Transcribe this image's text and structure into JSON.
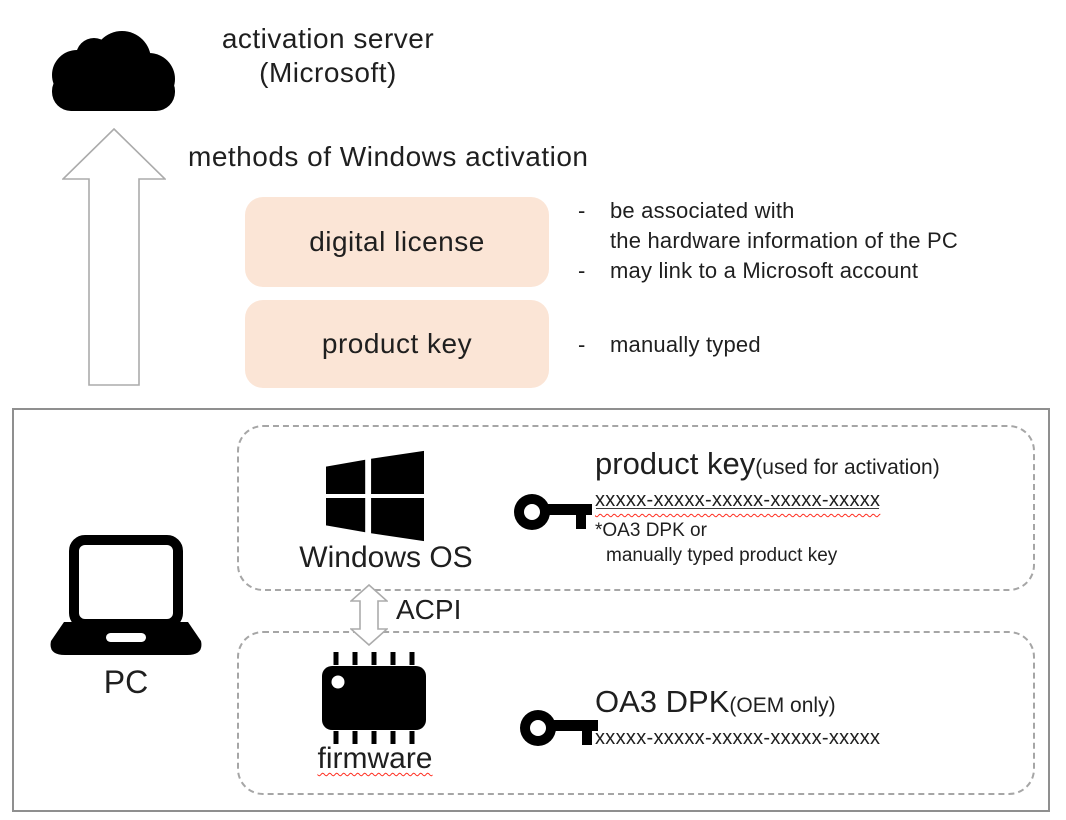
{
  "colors": {
    "method_box_bg": "#fbe5d6",
    "outer_border": "#8f8f8f",
    "dashed_border": "#a6a6a6",
    "arrow_outline": "#ababab",
    "squiggle_red": "#ff2c1e",
    "icon_black": "#000000",
    "text": "#1f1f1f"
  },
  "icons": {
    "cloud": "black cloud silhouette",
    "up_arrow": "hollow upward arrow",
    "laptop": "black laptop silhouette",
    "windows_logo": "black windows flag (4 panes)",
    "key": "black key silhouette",
    "chip": "black firmware chip with pins",
    "acpi_arrow": "hollow double-headed vertical arrow"
  },
  "bullet_marker": "-",
  "server": {
    "label_line1": "activation server",
    "label_line2": "(Microsoft)"
  },
  "heading": "methods of Windows activation",
  "methods": {
    "digital_license": {
      "label": "digital license",
      "note1_line1": "be associated with",
      "note1_line2": "the hardware information of the PC",
      "note2": "may link to a Microsoft account"
    },
    "product_key": {
      "label": "product key",
      "note1": "manually typed"
    }
  },
  "pc": {
    "label": "PC",
    "windows_os": {
      "label": "Windows OS",
      "key_title": "product key",
      "key_title_paren": "(used for activation)",
      "key_value": "xxxxx-xxxxx-xxxxx-xxxxx-xxxxx",
      "footnote_line1": "*OA3 DPK or",
      "footnote_line2": "manually typed product key"
    },
    "link_label": "ACPI",
    "firmware": {
      "label": "firmware",
      "key_title": "OA3 DPK",
      "key_title_paren": "(OEM only)",
      "key_value": "xxxxx-xxxxx-xxxxx-xxxxx-xxxxx"
    }
  }
}
